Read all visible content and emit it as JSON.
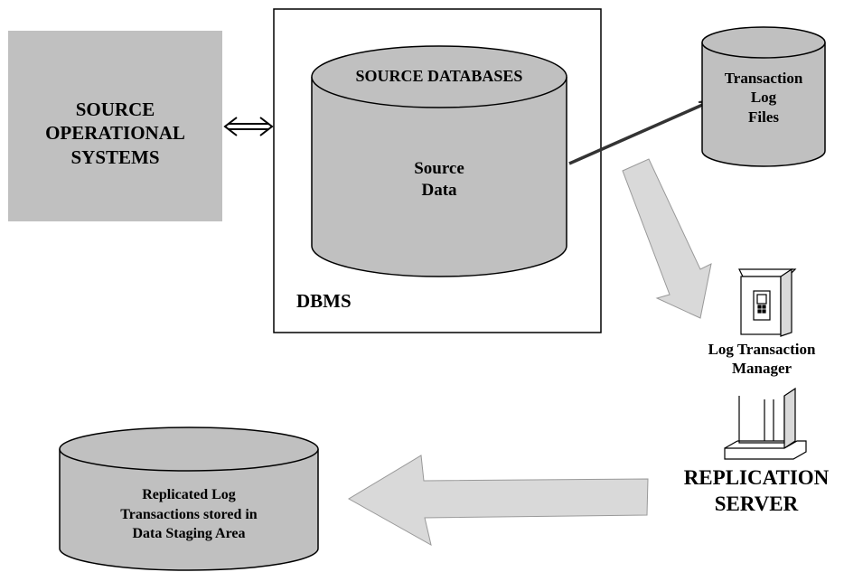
{
  "colors": {
    "box_fill": "#c0c0c0",
    "cylinder_fill": "#c0c0c0",
    "outline": "#000000",
    "big_arrow_fill": "#d9d9d9",
    "background": "#ffffff"
  },
  "source_systems": {
    "label": "SOURCE\nOPERATIONAL\nSYSTEMS"
  },
  "dbms": {
    "label": "DBMS",
    "database": {
      "top_label": "SOURCE DATABASES",
      "body_label": "Source\nData"
    }
  },
  "transaction_log": {
    "label": "Transaction\nLog\nFiles"
  },
  "replication_server": {
    "manager_label": "Log Transaction\nManager",
    "server_label": "REPLICATION\nSERVER",
    "icon": "server-tower-icon"
  },
  "staging": {
    "label": "Replicated Log\nTransactions stored in\nData Staging Area"
  }
}
